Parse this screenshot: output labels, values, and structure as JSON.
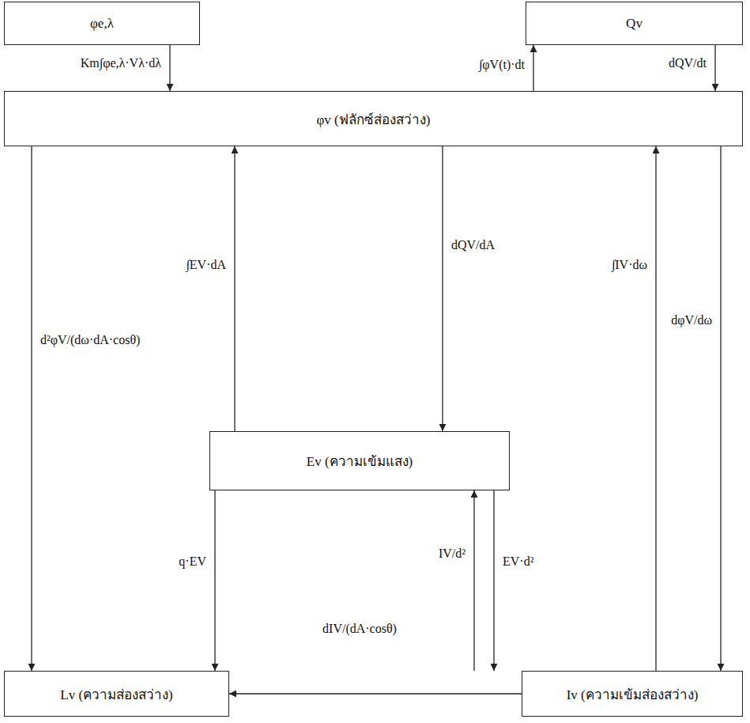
{
  "diagram": {
    "nodes": [
      {
        "text": [
          "φe,λ"
        ]
      },
      {
        "text": [
          "Qv"
        ]
      },
      {
        "text": [
          "φv (ฟลักซ์ส่องสว่าง)"
        ]
      },
      {
        "text": [
          "Ev (ความเข้มแสง)"
        ]
      },
      {
        "text": [
          "Lv (ความส่องสว่าง)"
        ]
      },
      {
        "text": [
          "Iv (ความเข้มส่องสว่าง)"
        ]
      }
    ],
    "edges": [
      {
        "from": 0,
        "to": 2,
        "arrow": "to",
        "label": "Km∫φe,λ·Vλ·dλ"
      },
      {
        "from": 2,
        "to": 1,
        "arrow": "to",
        "label": "∫φV(t)·dt"
      },
      {
        "from": 1,
        "to": 2,
        "arrow": "to",
        "label": "dQV/dt"
      },
      {
        "from": 2,
        "to": 4,
        "arrow": "to",
        "label": "d²φV/(dω·dA·cosθ)"
      },
      {
        "from": 3,
        "to": 2,
        "arrow": "to",
        "label": "∫EV·dA"
      },
      {
        "from": 2,
        "to": 3,
        "arrow": "to",
        "label": "dQV/dA"
      },
      {
        "from": 5,
        "to": 2,
        "arrow": "to",
        "label": "∫IV·dω"
      },
      {
        "from": 2,
        "to": 5,
        "arrow": "to",
        "label": "dφV/dω"
      },
      {
        "from": 3,
        "to": 4,
        "arrow": "to",
        "label": "q·EV"
      },
      {
        "from": 5,
        "to": 3,
        "arrow": "to",
        "label": "IV/d²"
      },
      {
        "from": 3,
        "to": 5,
        "arrow": "to",
        "label": "EV·d²"
      },
      {
        "from": 5,
        "to": 4,
        "arrow": "to",
        "label": "dIV/(dA·cosθ)"
      }
    ]
  }
}
